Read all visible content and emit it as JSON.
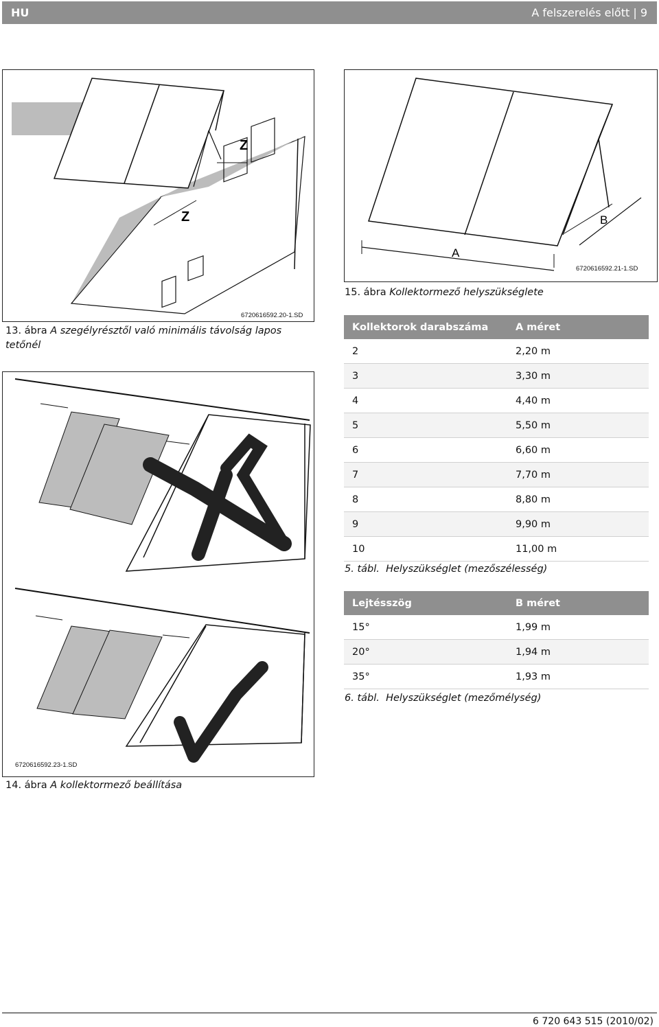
{
  "header": {
    "lang": "HU",
    "section": "A felszerelés előtt | 9"
  },
  "figures": {
    "fig13": {
      "code": "6720616592.20-1.SD",
      "z_label_1": "Z",
      "z_label_2": "Z",
      "caption_prefix": "13. ábra",
      "caption": "A szegélyrésztől való minimális távolság lapos tetőnél"
    },
    "fig14": {
      "code": "6720616592.23-1.SD",
      "caption_prefix": "14. ábra",
      "caption": "A kollektormező beállítása"
    },
    "fig15": {
      "code": "6720616592.21-1.SD",
      "label_a": "A",
      "label_b": "B",
      "caption_prefix": "15. ábra",
      "caption": "Kollektormező helyszükséglete"
    }
  },
  "table5": {
    "headers": [
      "Kollektorok darabszáma",
      "A méret"
    ],
    "rows": [
      [
        "2",
        "2,20 m"
      ],
      [
        "3",
        "3,30 m"
      ],
      [
        "4",
        "4,40 m"
      ],
      [
        "5",
        "5,50 m"
      ],
      [
        "6",
        "6,60 m"
      ],
      [
        "7",
        "7,70 m"
      ],
      [
        "8",
        "8,80 m"
      ],
      [
        "9",
        "9,90 m"
      ],
      [
        "10",
        "11,00 m"
      ]
    ],
    "caption_prefix": "5. tábl.",
    "caption": "Helyszükséglet (mezőszélesség)"
  },
  "table6": {
    "headers": [
      "Lejtésszög",
      "B méret"
    ],
    "rows": [
      [
        "15°",
        "1,99 m"
      ],
      [
        "20°",
        "1,94 m"
      ],
      [
        "35°",
        "1,93 m"
      ]
    ],
    "caption_prefix": "6. tábl.",
    "caption": "Helyszükséglet (mezőmélység)"
  },
  "footer": {
    "doc_number": "6 720 643 515 (2010/02)"
  }
}
